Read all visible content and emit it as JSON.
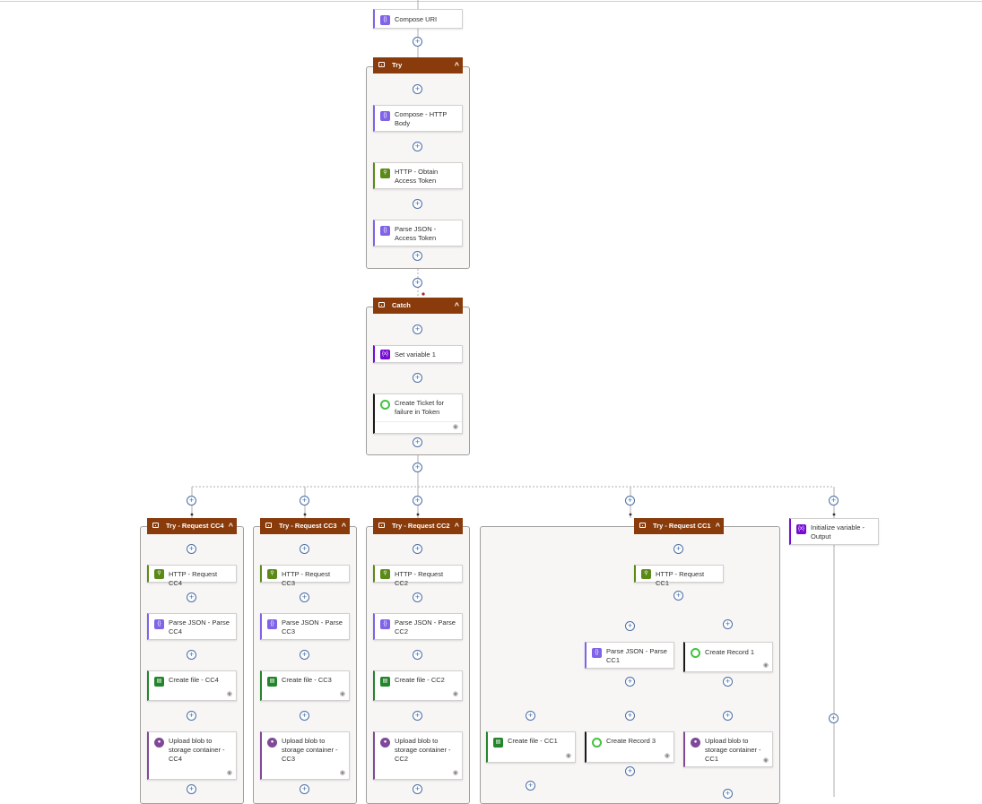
{
  "top": {
    "compose_uri": "Compose URI"
  },
  "try_scope": {
    "title": "Try",
    "steps": [
      "Compose - HTTP Body",
      "HTTP - Obtain Access Token",
      "Parse JSON - Access Token"
    ]
  },
  "catch_scope": {
    "title": "Catch",
    "steps": [
      "Set variable 1",
      "Create Ticket for failure in Token"
    ]
  },
  "cc4": {
    "title": "Try - Request CC4",
    "steps": [
      "HTTP - Request CC4",
      "Parse JSON - Parse CC4",
      "Create file - CC4",
      "Upload blob to storage container - CC4"
    ]
  },
  "cc3": {
    "title": "Try - Request CC3",
    "steps": [
      "HTTP - Request CC3",
      "Parse JSON - Parse CC3",
      "Create file - CC3",
      "Upload blob to storage container - CC3"
    ]
  },
  "cc2": {
    "title": "Try - Request CC2",
    "steps": [
      "HTTP - Request CC2",
      "Parse JSON - Parse CC2",
      "Create file - CC2",
      "Upload blob to storage container - CC2"
    ]
  },
  "cc1": {
    "title": "Try - Request CC1",
    "http": "HTTP - Request CC1",
    "parse": "Parse JSON - Parse CC1",
    "record1": "Create Record 1",
    "file": "Create file - CC1",
    "record3": "Create Record 3",
    "upload": "Upload blob to storage container - CC1"
  },
  "init_var": {
    "label": "Initialize variable - Output"
  },
  "icons": {
    "add": "add-step-icon",
    "collapse": "chevron-up-icon",
    "scope": "scope-icon",
    "eye": "eye-icon"
  },
  "colors": {
    "scope_header": "#8a3b0b",
    "connector": "#4a6fa5",
    "http": "#5c8a19",
    "compose": "#8063e8",
    "variable": "#770bd6",
    "file": "#24852b",
    "blob": "#804998",
    "record": "#44c33f"
  }
}
